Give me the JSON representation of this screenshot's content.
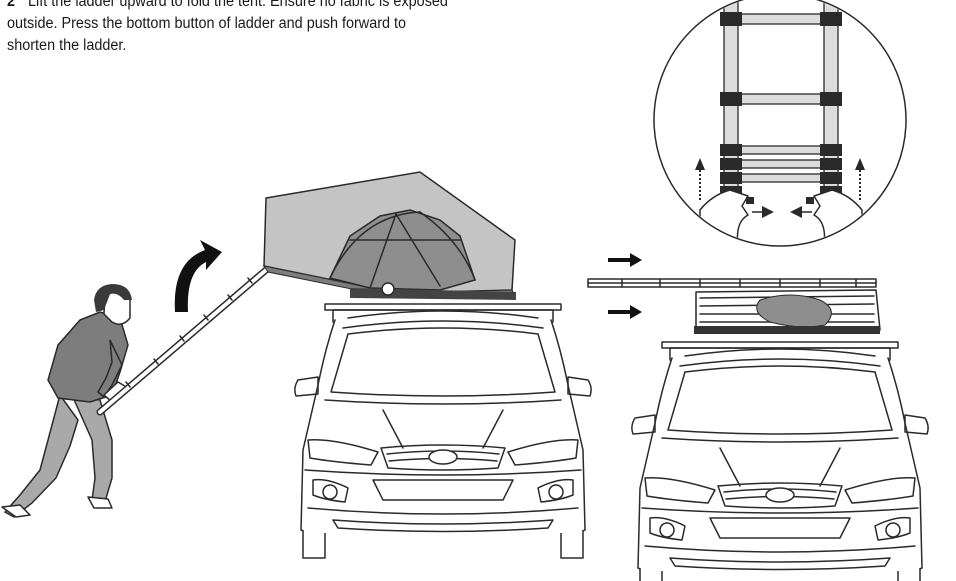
{
  "instruction": {
    "step_number": "2",
    "lines": [
      "Lift the ladder upward to fold the tent. Ensure no fabric is exposed",
      "outside. Press the bottom button of ladder and push forward to",
      "shorten the ladder."
    ]
  },
  "colors": {
    "tent_fabric": "#c4c4c4",
    "tent_window": "#8e8e8e",
    "shirt": "#7d7d7d",
    "pants": "#a9a9a9",
    "ladder_band": "#2a2a2a",
    "line": "#2a2a2a"
  },
  "icons": [
    "person-icon",
    "curved-arrow-icon",
    "tent-open-icon",
    "car-front-icon",
    "ladder-detail-icon",
    "tent-folded-icon",
    "right-arrow-icon"
  ]
}
